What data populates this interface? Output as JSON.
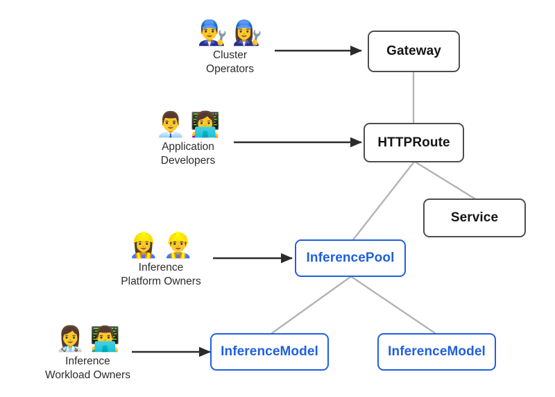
{
  "diagram": {
    "title": "Gateway API Inference Extension resource model and personas",
    "background_color": "#ffffff",
    "accent_blue": "#1f5fe0",
    "node_gray": "#4d4d4d",
    "connector_gray": "#b3b3b3",
    "arrow_color": "#2b2b2b"
  },
  "nodes": [
    {
      "id": "gateway",
      "label": "Gateway",
      "style": "gray"
    },
    {
      "id": "httproute",
      "label": "HTTPRoute",
      "style": "gray"
    },
    {
      "id": "service",
      "label": "Service",
      "style": "gray"
    },
    {
      "id": "inferencepool",
      "label": "InferencePool",
      "style": "blue"
    },
    {
      "id": "inferencemodel-left",
      "label": "InferenceModel",
      "style": "blue"
    },
    {
      "id": "inferencemodel-right",
      "label": "InferenceModel",
      "style": "blue"
    }
  ],
  "personas": [
    {
      "id": "cluster-operators",
      "line1": "Cluster",
      "line2": "Operators",
      "emoji1": "👨‍🔧",
      "emoji2": "👩‍🔧",
      "emoji1_name": "man-mechanic-emoji",
      "emoji2_name": "woman-mechanic-emoji",
      "targets": "gateway"
    },
    {
      "id": "application-developers",
      "line1": "Application",
      "line2": "Developers",
      "emoji1": "👨‍💼",
      "emoji2": "👩‍💻",
      "emoji1_name": "man-office-worker-emoji",
      "emoji2_name": "woman-technologist-emoji",
      "targets": "httproute"
    },
    {
      "id": "inference-platform-owners",
      "line1": "Inference",
      "line2": "Platform Owners",
      "emoji1": "👷‍♀️",
      "emoji2": "👷‍♂️",
      "emoji1_name": "woman-construction-worker-emoji",
      "emoji2_name": "man-construction-worker-emoji",
      "targets": "inferencepool"
    },
    {
      "id": "inference-workload-owners",
      "line1": "Inference",
      "line2": "Workload Owners",
      "emoji1": "👩‍⚕️",
      "emoji2": "👨‍💻",
      "emoji1_name": "woman-health-worker-emoji",
      "emoji2_name": "man-technologist-emoji",
      "targets": "inferencemodel-left"
    }
  ],
  "edges": [
    {
      "from": "gateway",
      "to": "httproute",
      "kind": "connector"
    },
    {
      "from": "httproute",
      "to": "inferencepool",
      "kind": "connector"
    },
    {
      "from": "httproute",
      "to": "service",
      "kind": "connector"
    },
    {
      "from": "inferencepool",
      "to": "inferencemodel-left",
      "kind": "connector"
    },
    {
      "from": "inferencepool",
      "to": "inferencemodel-right",
      "kind": "connector"
    },
    {
      "from": "cluster-operators",
      "to": "gateway",
      "kind": "arrow"
    },
    {
      "from": "application-developers",
      "to": "httproute",
      "kind": "arrow"
    },
    {
      "from": "inference-platform-owners",
      "to": "inferencepool",
      "kind": "arrow"
    },
    {
      "from": "inference-workload-owners",
      "to": "inferencemodel-left",
      "kind": "arrow"
    }
  ]
}
